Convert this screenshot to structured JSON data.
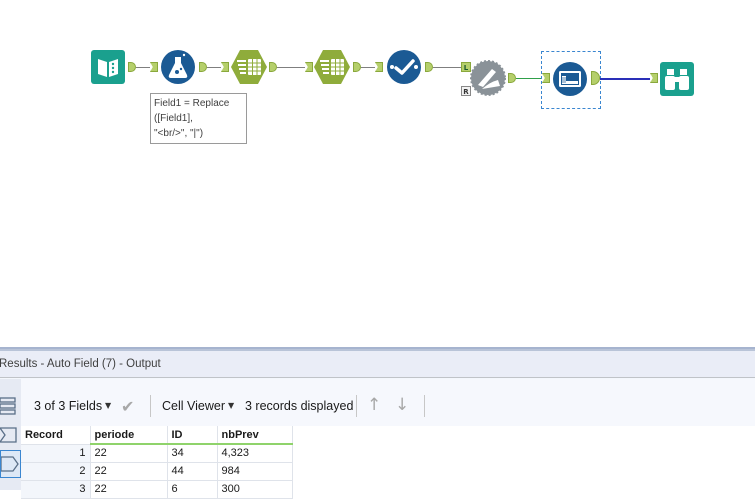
{
  "canvas": {
    "tools": [
      {
        "name": "input-data-tool",
        "icon": "book-icon",
        "color": "#1aa08e"
      },
      {
        "name": "formula-tool",
        "icon": "flask-icon",
        "color": "#1b5a94"
      },
      {
        "name": "text-to-columns-tool-1",
        "icon": "text-to-columns-icon",
        "color": "#8fac3b"
      },
      {
        "name": "text-to-columns-tool-2",
        "icon": "text-to-columns-icon",
        "color": "#8fac3b"
      },
      {
        "name": "select-tool",
        "icon": "check-icon",
        "color": "#1b5a94"
      },
      {
        "name": "dynamic-rename-tool",
        "icon": "pencil-gear-icon",
        "color": "#8a9298"
      },
      {
        "name": "auto-field-tool",
        "icon": "auto-field-icon",
        "color": "#1b5a94"
      },
      {
        "name": "browse-tool",
        "icon": "binoculars-icon",
        "color": "#1aa08e"
      }
    ],
    "anchor_labels": {
      "left": "L",
      "right": "R"
    },
    "annotation": "Field1 = Replace\n([Field1],\n\"<br/>\", \"|\")"
  },
  "results": {
    "title": "Results - Auto Field (7) - Output",
    "toolbar": {
      "fields_label": "3 of 3 Fields",
      "viewer_label": "Cell Viewer",
      "records_label": "3 records displayed"
    },
    "table": {
      "columns": [
        "Record",
        "periode",
        "ID",
        "nbPrev"
      ],
      "rows": [
        [
          "1",
          "22",
          "34",
          "4,323"
        ],
        [
          "2",
          "22",
          "44",
          "984"
        ],
        [
          "3",
          "22",
          "6",
          "300"
        ]
      ]
    }
  }
}
